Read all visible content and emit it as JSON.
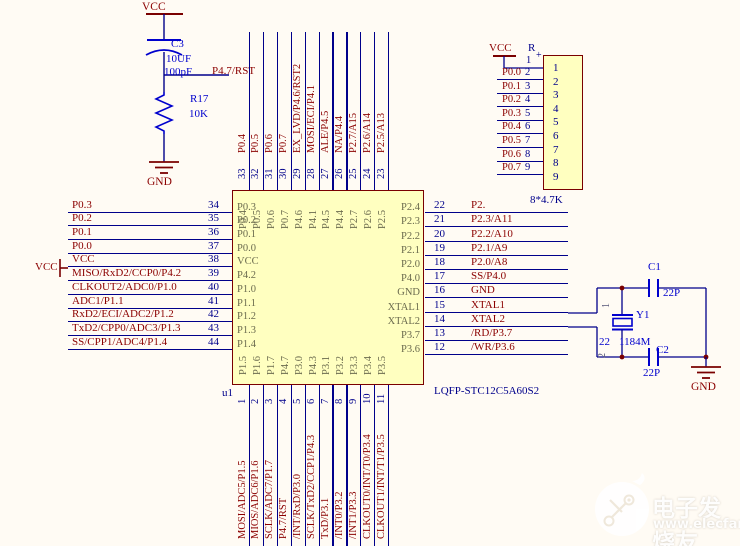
{
  "reset_circuit": {
    "vcc": "VCC",
    "gnd": "GND",
    "cap_ref": "C3",
    "cap_val1": "10UF",
    "cap_val2": "100pF",
    "net_label": "P4.7/RST",
    "res_ref": "R17",
    "res_val": "10K"
  },
  "ic": {
    "designator": "u1",
    "part": "LQFP-STC12C5A60S2",
    "vcc_rail_label": "VCC",
    "left_pins": [
      {
        "num": "34",
        "label": "P0.3",
        "inner": "P0.3"
      },
      {
        "num": "35",
        "label": "P0.2",
        "inner": "P0.2"
      },
      {
        "num": "36",
        "label": "P0.1",
        "inner": "P0.1"
      },
      {
        "num": "37",
        "label": "P0.0",
        "inner": "P0.0"
      },
      {
        "num": "38",
        "label": "VCC",
        "inner": "VCC"
      },
      {
        "num": "39",
        "label": "MISO/RxD2/CCP0/P4.2",
        "inner": "P4.2"
      },
      {
        "num": "40",
        "label": "CLKOUT2/ADC0/P1.0",
        "inner": "P1.0"
      },
      {
        "num": "41",
        "label": "ADC1/P1.1",
        "inner": "P1.1"
      },
      {
        "num": "42",
        "label": "RxD2/ECI/ADC2/P1.2",
        "inner": "P1.2"
      },
      {
        "num": "43",
        "label": "TxD2/CPP0/ADC3/P1.3",
        "inner": "P1.3"
      },
      {
        "num": "44",
        "label": "SS/CPP1/ADC4/P1.4",
        "inner": "P1.4"
      }
    ],
    "right_pins": [
      {
        "num": "22",
        "label": "P2.",
        "inner": "P2.4"
      },
      {
        "num": "21",
        "label": "P2.3/A11",
        "inner": "P2.3"
      },
      {
        "num": "20",
        "label": "P2.2/A10",
        "inner": "P2.2"
      },
      {
        "num": "19",
        "label": "P2.1/A9",
        "inner": "P2.1"
      },
      {
        "num": "18",
        "label": "P2.0/A8",
        "inner": "P2.0"
      },
      {
        "num": "17",
        "label": "SS/P4.0",
        "inner": "P4.0"
      },
      {
        "num": "16",
        "label": "GND",
        "inner": "GND"
      },
      {
        "num": "15",
        "label": "XTAL1",
        "inner": "XTAL1"
      },
      {
        "num": "14",
        "label": "XTAL2",
        "inner": "XTAL2"
      },
      {
        "num": "13",
        "label": "/RD/P3.7",
        "inner": "P3.7"
      },
      {
        "num": "12",
        "label": "/WR/P3.6",
        "inner": "P3.6"
      }
    ],
    "top_pins": [
      {
        "num": "33",
        "label": "P0.4",
        "inner": "P0.4"
      },
      {
        "num": "32",
        "label": "P0.5",
        "inner": "P0.5"
      },
      {
        "num": "31",
        "label": "P0.6",
        "inner": "P0.6"
      },
      {
        "num": "30",
        "label": "P0.7",
        "inner": "P0.7"
      },
      {
        "num": "29",
        "label": "EX_LVD/P4.6/RST2",
        "inner": "P4.6"
      },
      {
        "num": "28",
        "label": "MOSI/ECI/P4.1",
        "inner": "P4.1"
      },
      {
        "num": "27",
        "label": "ALE/P4.5",
        "inner": "P4.5"
      },
      {
        "num": "26",
        "label": "NA/P4.4",
        "inner": "P4.4"
      },
      {
        "num": "25",
        "label": "P2.7/A15",
        "inner": "P2.7"
      },
      {
        "num": "24",
        "label": "P2.6/A14",
        "inner": "P2.6"
      },
      {
        "num": "23",
        "label": "P2.5/A13",
        "inner": "P2.5"
      }
    ],
    "bottom_pins": [
      {
        "num": "1",
        "label": "MOSI/ADC5/P1.5",
        "inner": "P1.5"
      },
      {
        "num": "2",
        "label": "MIOS/ADC6/P1.6",
        "inner": "P1.6"
      },
      {
        "num": "3",
        "label": "SCLK/ADC7/P1.7",
        "inner": "P1.7"
      },
      {
        "num": "4",
        "label": "P4.7/RST",
        "inner": "P4.7"
      },
      {
        "num": "5",
        "label": "/INT/RxD/P3.0",
        "inner": "P3.0"
      },
      {
        "num": "6",
        "label": "SCLK/TxD2/CCP1/P4.3",
        "inner": "P4.3"
      },
      {
        "num": "7",
        "label": "TxD/P3.1",
        "inner": "P3.1"
      },
      {
        "num": "8",
        "label": "/INT0/P3.2",
        "inner": "P3.2"
      },
      {
        "num": "9",
        "label": "/INT1/P3.3",
        "inner": "P3.3"
      },
      {
        "num": "10",
        "label": "CLKOUT0/INT/T0/P3.4",
        "inner": "P3.4"
      },
      {
        "num": "11",
        "label": "CLKOUT1/INT/T1/P3.5",
        "inner": "P3.5"
      }
    ]
  },
  "resistor_network": {
    "vcc": "VCC",
    "designator": "R",
    "value": "8*4.7K",
    "pin1_num": "1",
    "pin1_plus": "+",
    "rows": [
      {
        "label": "P0.0",
        "num": "2"
      },
      {
        "label": "P0.1",
        "num": "3"
      },
      {
        "label": "P0.2",
        "num": "4"
      },
      {
        "label": "P0.3",
        "num": "5"
      },
      {
        "label": "P0.4",
        "num": "6"
      },
      {
        "label": "P0.5",
        "num": "7"
      },
      {
        "label": "P0.6",
        "num": "8"
      },
      {
        "label": "P0.7",
        "num": "9"
      }
    ],
    "inner_nums": [
      "1",
      "2",
      "3",
      "4",
      "5",
      "6",
      "7",
      "8",
      "9"
    ]
  },
  "crystal_circuit": {
    "c1_ref": "C1",
    "c1_val": "22P",
    "c2_ref": "C2",
    "c2_val": "22P",
    "y_ref": "Y1",
    "y_val_prefix": "22",
    "y_val": "1184M",
    "y_pin1": "1",
    "y_pin2": "2",
    "gnd": "GND"
  },
  "watermark": {
    "title": "电子发烧友",
    "url": "www.elecfans.com"
  },
  "colors": {
    "background": "#FFFBF4",
    "wire": "#00008B",
    "net_label": "#8B0000",
    "component": "#0000CD",
    "ic_fill": "#FFFFC0",
    "ic_border": "#7A0000",
    "inner_text": "#6B6B4E"
  }
}
